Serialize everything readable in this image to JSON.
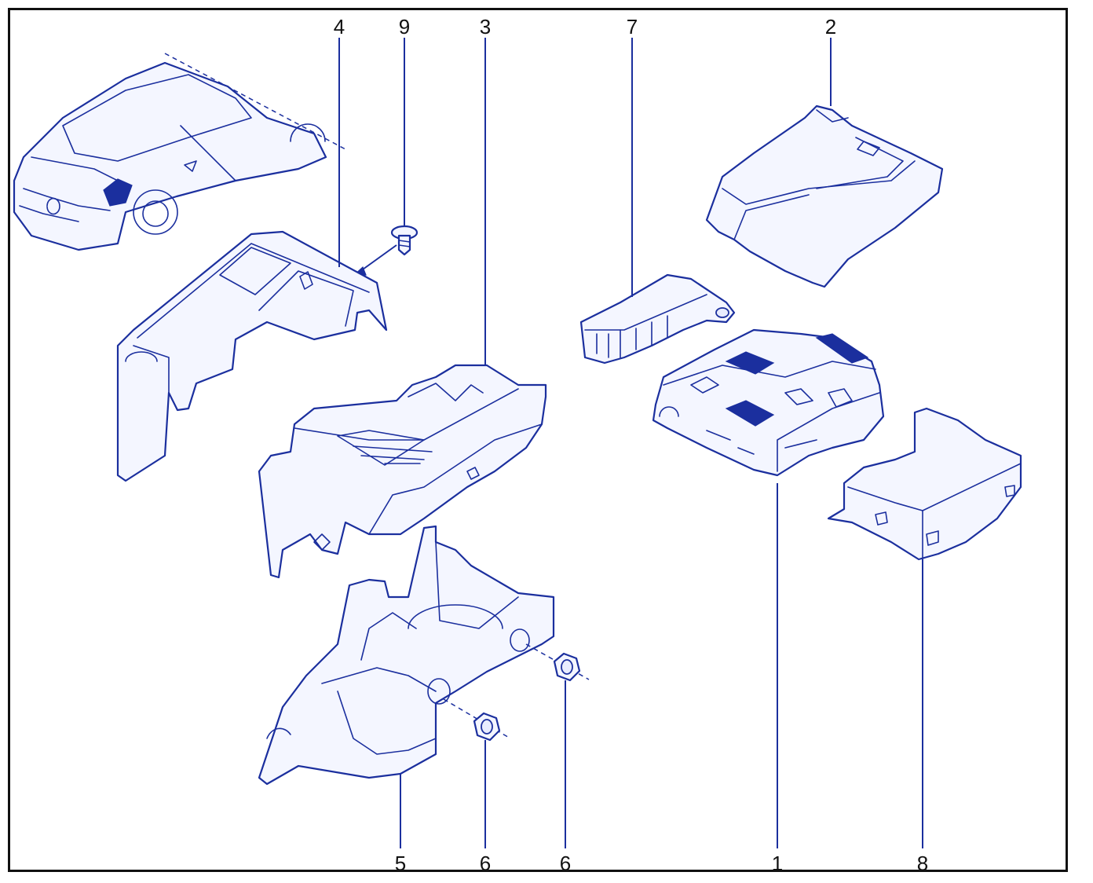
{
  "callouts": {
    "c1": "1",
    "c2": "2",
    "c3": "3",
    "c4": "4",
    "c5": "5",
    "c6a": "6",
    "c6b": "6",
    "c7": "7",
    "c8": "8",
    "c9": "9"
  },
  "colors": {
    "line": "#1b2f9e",
    "frame": "#111111",
    "fill": "#f4f6ff"
  }
}
